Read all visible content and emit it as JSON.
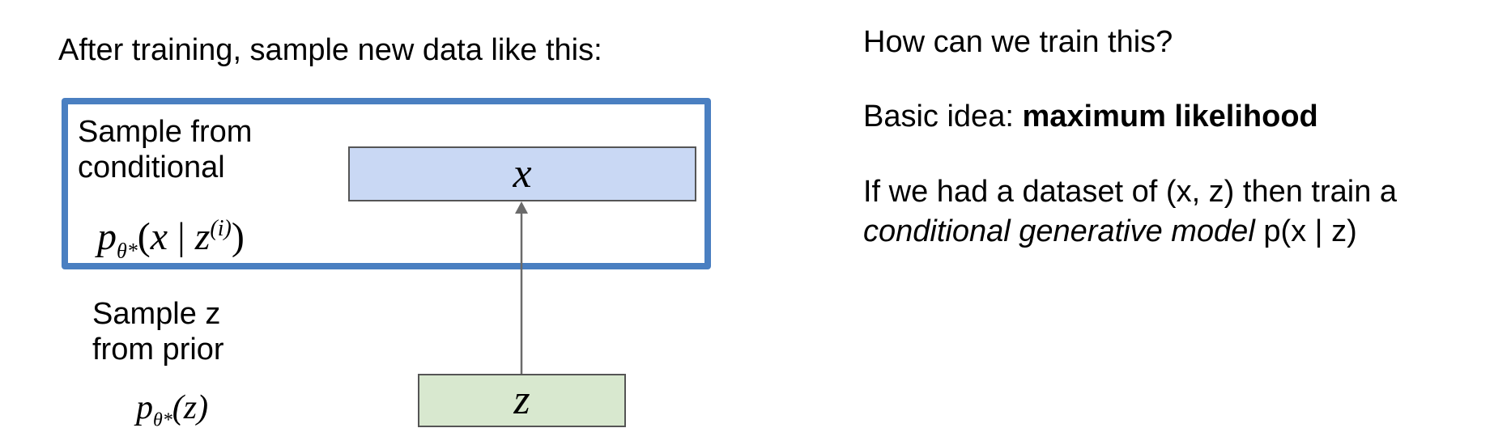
{
  "left": {
    "heading": "After training, sample new data like this:",
    "conditional_label_1": "Sample from",
    "conditional_label_2": "conditional",
    "conditional_formula": {
      "p": "p",
      "subscript": "θ*",
      "open": "(",
      "x": "x",
      "bar": "|",
      "z": "z",
      "superscript": "(i)",
      "close": ")"
    },
    "prior_label_1": "Sample z",
    "prior_label_2": "from prior",
    "prior_formula": {
      "p": "p",
      "subscript": "θ*",
      "arg": "(z)"
    },
    "x_node": "x",
    "z_node": "z"
  },
  "right": {
    "question": "How can we train this?",
    "basic_prefix": "Basic idea: ",
    "basic_bold": "maximum likelihood",
    "line1": "If we had a dataset of (x, z) then train a",
    "line2_italic": "conditional generative model",
    "line2_rest": " p(x | z)"
  },
  "colors": {
    "outer_border": "#4a7fc1",
    "x_box_fill": "#c9d8f4",
    "z_box_fill": "#d8e8cf",
    "arrow": "#6b6b6b"
  }
}
